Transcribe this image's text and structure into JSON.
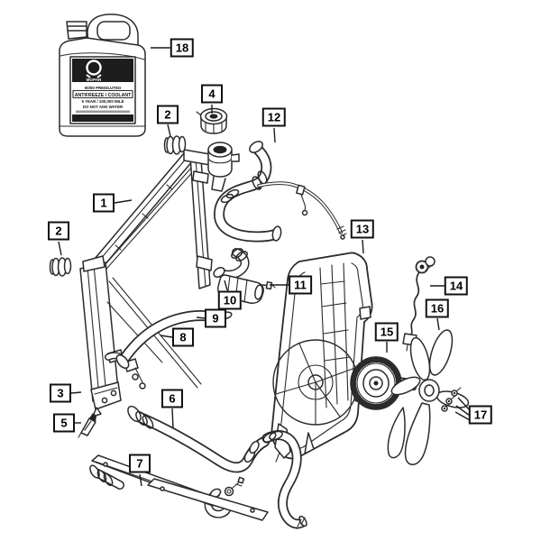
{
  "figure": {
    "type": "parts-diagram",
    "subject": "radiator-and-cooling-parts-diagram",
    "ink_color": "#2b2b2b",
    "background_color": "#ffffff"
  },
  "jug_label": {
    "brand": "MOPAR",
    "line1": "50/50 PREDILUTED",
    "line2": "ANTIFREEZE / COOLANT",
    "line3": "5 YEAR / 100,000 MILE",
    "line4": "DO NOT ADD WATER"
  },
  "callouts": [
    {
      "label": "18"
    },
    {
      "label": "4"
    },
    {
      "label": "2"
    },
    {
      "label": "12"
    },
    {
      "label": "1"
    },
    {
      "label": "2"
    },
    {
      "label": "13"
    },
    {
      "label": "11"
    },
    {
      "label": "10"
    },
    {
      "label": "9"
    },
    {
      "label": "14"
    },
    {
      "label": "16"
    },
    {
      "label": "15"
    },
    {
      "label": "8"
    },
    {
      "label": "3"
    },
    {
      "label": "5"
    },
    {
      "label": "6"
    },
    {
      "label": "7"
    },
    {
      "label": "17"
    }
  ]
}
